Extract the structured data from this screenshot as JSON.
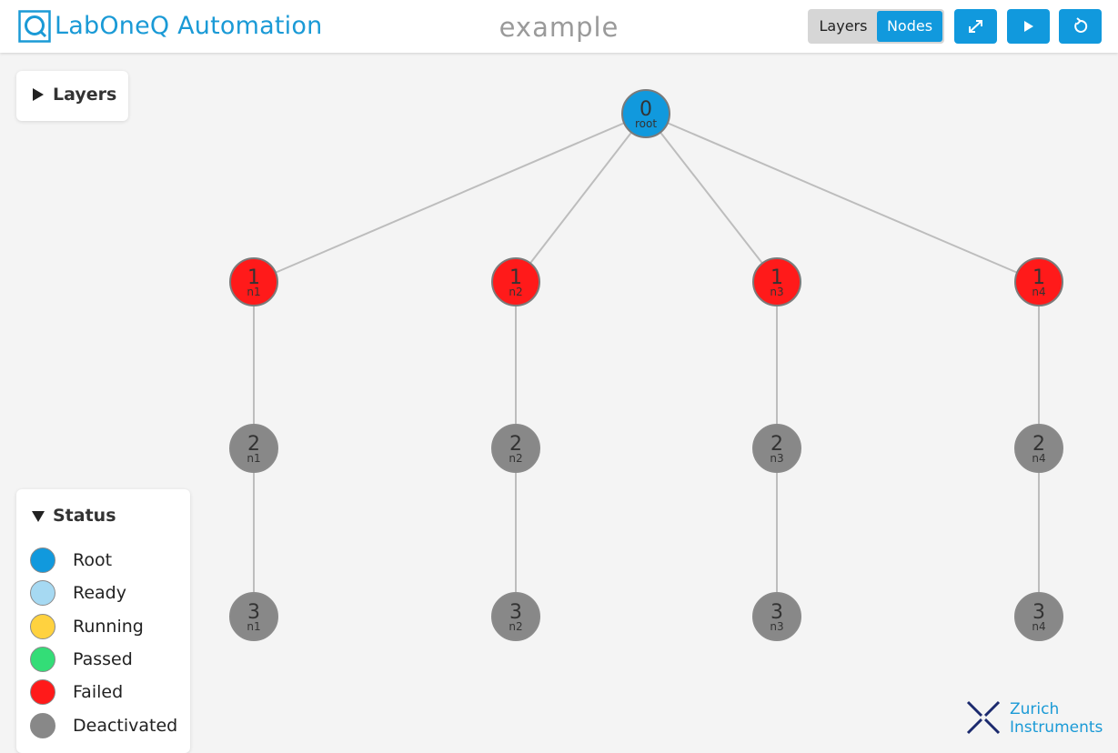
{
  "header": {
    "app_name": "LabOneQ Automation",
    "page_title": "example",
    "view_toggle": {
      "layers_label": "Layers",
      "nodes_label": "Nodes",
      "selected": "Nodes"
    },
    "tools": [
      "expand-icon",
      "play-icon",
      "refresh-icon"
    ]
  },
  "layers_panel": {
    "title": "Layers",
    "collapsed": true
  },
  "status_legend": {
    "title": "Status",
    "collapsed": false,
    "items": [
      {
        "label": "Root",
        "color": "#1199dd"
      },
      {
        "label": "Ready",
        "color": "#a6d9f2"
      },
      {
        "label": "Running",
        "color": "#ffd23f"
      },
      {
        "label": "Passed",
        "color": "#33dd77"
      },
      {
        "label": "Failed",
        "color": "#ff1a1a"
      },
      {
        "label": "Deactivated",
        "color": "#888888"
      }
    ]
  },
  "graph": {
    "root": {
      "number": "0",
      "label": "root",
      "status": "Root"
    },
    "columns": [
      {
        "nodes": [
          {
            "number": "1",
            "label": "n1",
            "status": "Failed"
          },
          {
            "number": "2",
            "label": "n1",
            "status": "Deactivated"
          },
          {
            "number": "3",
            "label": "n1",
            "status": "Deactivated"
          }
        ]
      },
      {
        "nodes": [
          {
            "number": "1",
            "label": "n2",
            "status": "Failed"
          },
          {
            "number": "2",
            "label": "n2",
            "status": "Deactivated"
          },
          {
            "number": "3",
            "label": "n2",
            "status": "Deactivated"
          }
        ]
      },
      {
        "nodes": [
          {
            "number": "1",
            "label": "n3",
            "status": "Failed"
          },
          {
            "number": "2",
            "label": "n3",
            "status": "Deactivated"
          },
          {
            "number": "3",
            "label": "n3",
            "status": "Deactivated"
          }
        ]
      },
      {
        "nodes": [
          {
            "number": "1",
            "label": "n4",
            "status": "Failed"
          },
          {
            "number": "2",
            "label": "n4",
            "status": "Deactivated"
          },
          {
            "number": "3",
            "label": "n4",
            "status": "Deactivated"
          }
        ]
      }
    ]
  },
  "footer_logo": {
    "line1": "Zurich",
    "line2": "Instruments"
  }
}
